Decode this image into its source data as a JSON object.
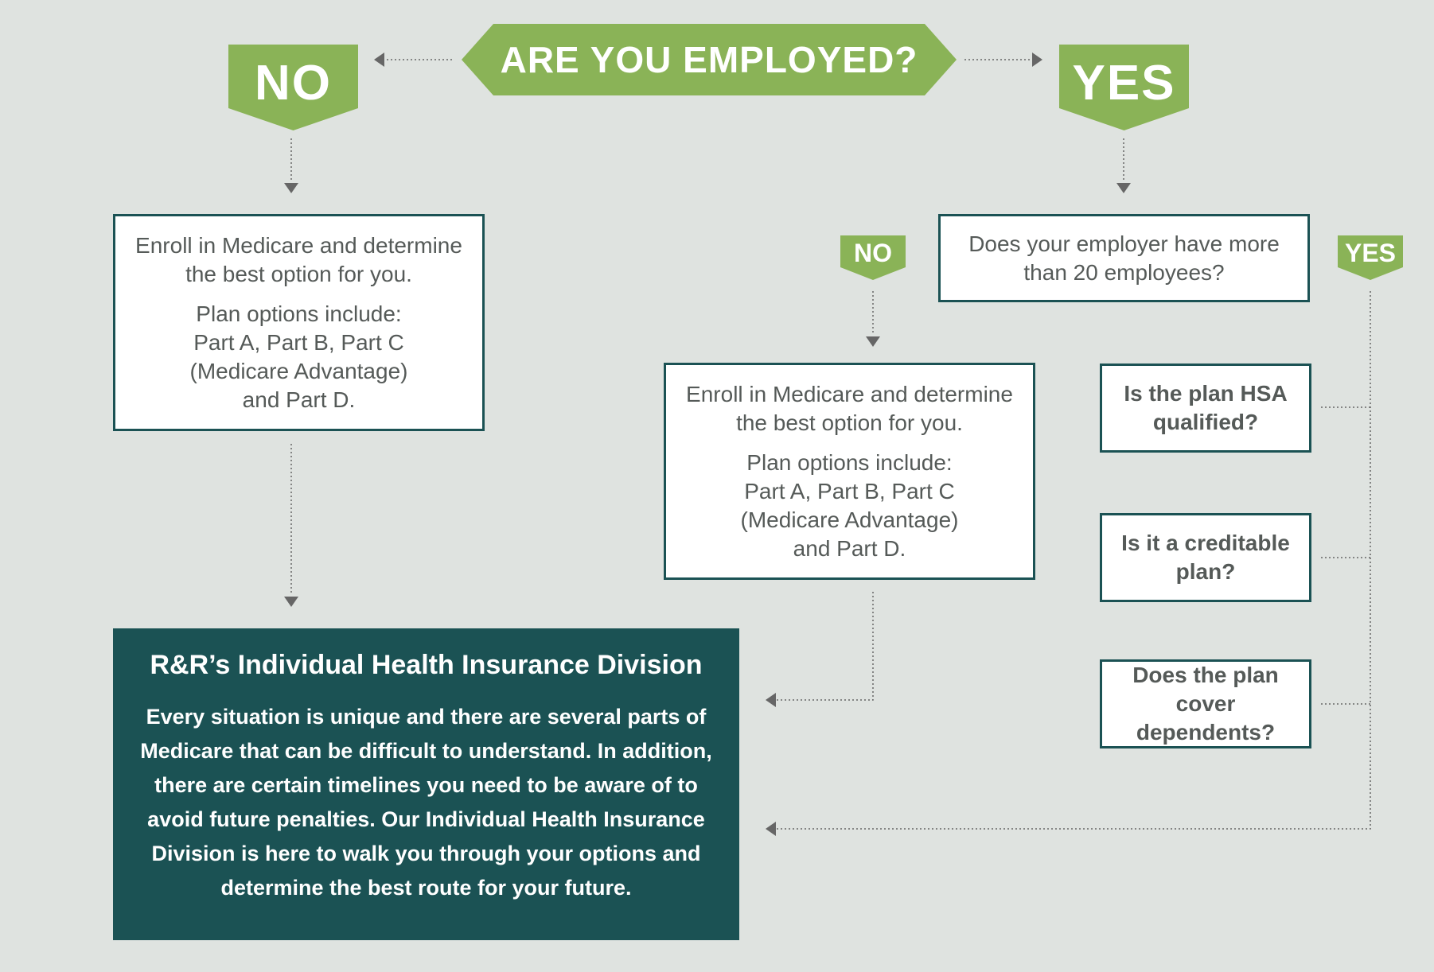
{
  "colors": {
    "background": "#dfe3e0",
    "green": "#8ab357",
    "teal": "#1b5254",
    "text_gray": "#555a58",
    "connector": "#666666"
  },
  "question": {
    "label": "ARE YOU EMPLOYED?"
  },
  "top_no": {
    "label": "NO"
  },
  "top_yes": {
    "label": "YES"
  },
  "left_box": {
    "line1": "Enroll in Medicare and determine",
    "line2": "the best option for you.",
    "plan_line1": "Plan options include:",
    "plan_line2": "Part A, Part B, Part C",
    "plan_line3": "(Medicare Advantage)",
    "plan_line4": "and Part D."
  },
  "employer_question": {
    "line1": "Does your employer have more",
    "line2": "than 20 employees?"
  },
  "small_no": {
    "label": "NO"
  },
  "small_yes": {
    "label": "YES"
  },
  "middle_box": {
    "line1": "Enroll in Medicare and determine",
    "line2": "the best option for you.",
    "plan_line1": "Plan options include:",
    "plan_line2": "Part A, Part B, Part C",
    "plan_line3": "(Medicare Advantage)",
    "plan_line4": "and Part D."
  },
  "hsa_question": {
    "line1": "Is the plan HSA",
    "line2": "qualified?"
  },
  "creditable_question": {
    "line1": "Is it a creditable",
    "line2": "plan?"
  },
  "dependents_question": {
    "line1": "Does the plan",
    "line2": "cover dependents?"
  },
  "info_panel": {
    "title": "R&R’s Individual Health Insurance Division",
    "line1": "Every situation is unique and there are several parts of",
    "line2": "Medicare that can be difficult to understand. In addition,",
    "line3": "there are certain timelines you need to be aware of to",
    "line4": "avoid future penalties. Our Individual Health Insurance",
    "line5": "Division is here to walk you through your options and",
    "line6": "determine the best route for your future."
  }
}
